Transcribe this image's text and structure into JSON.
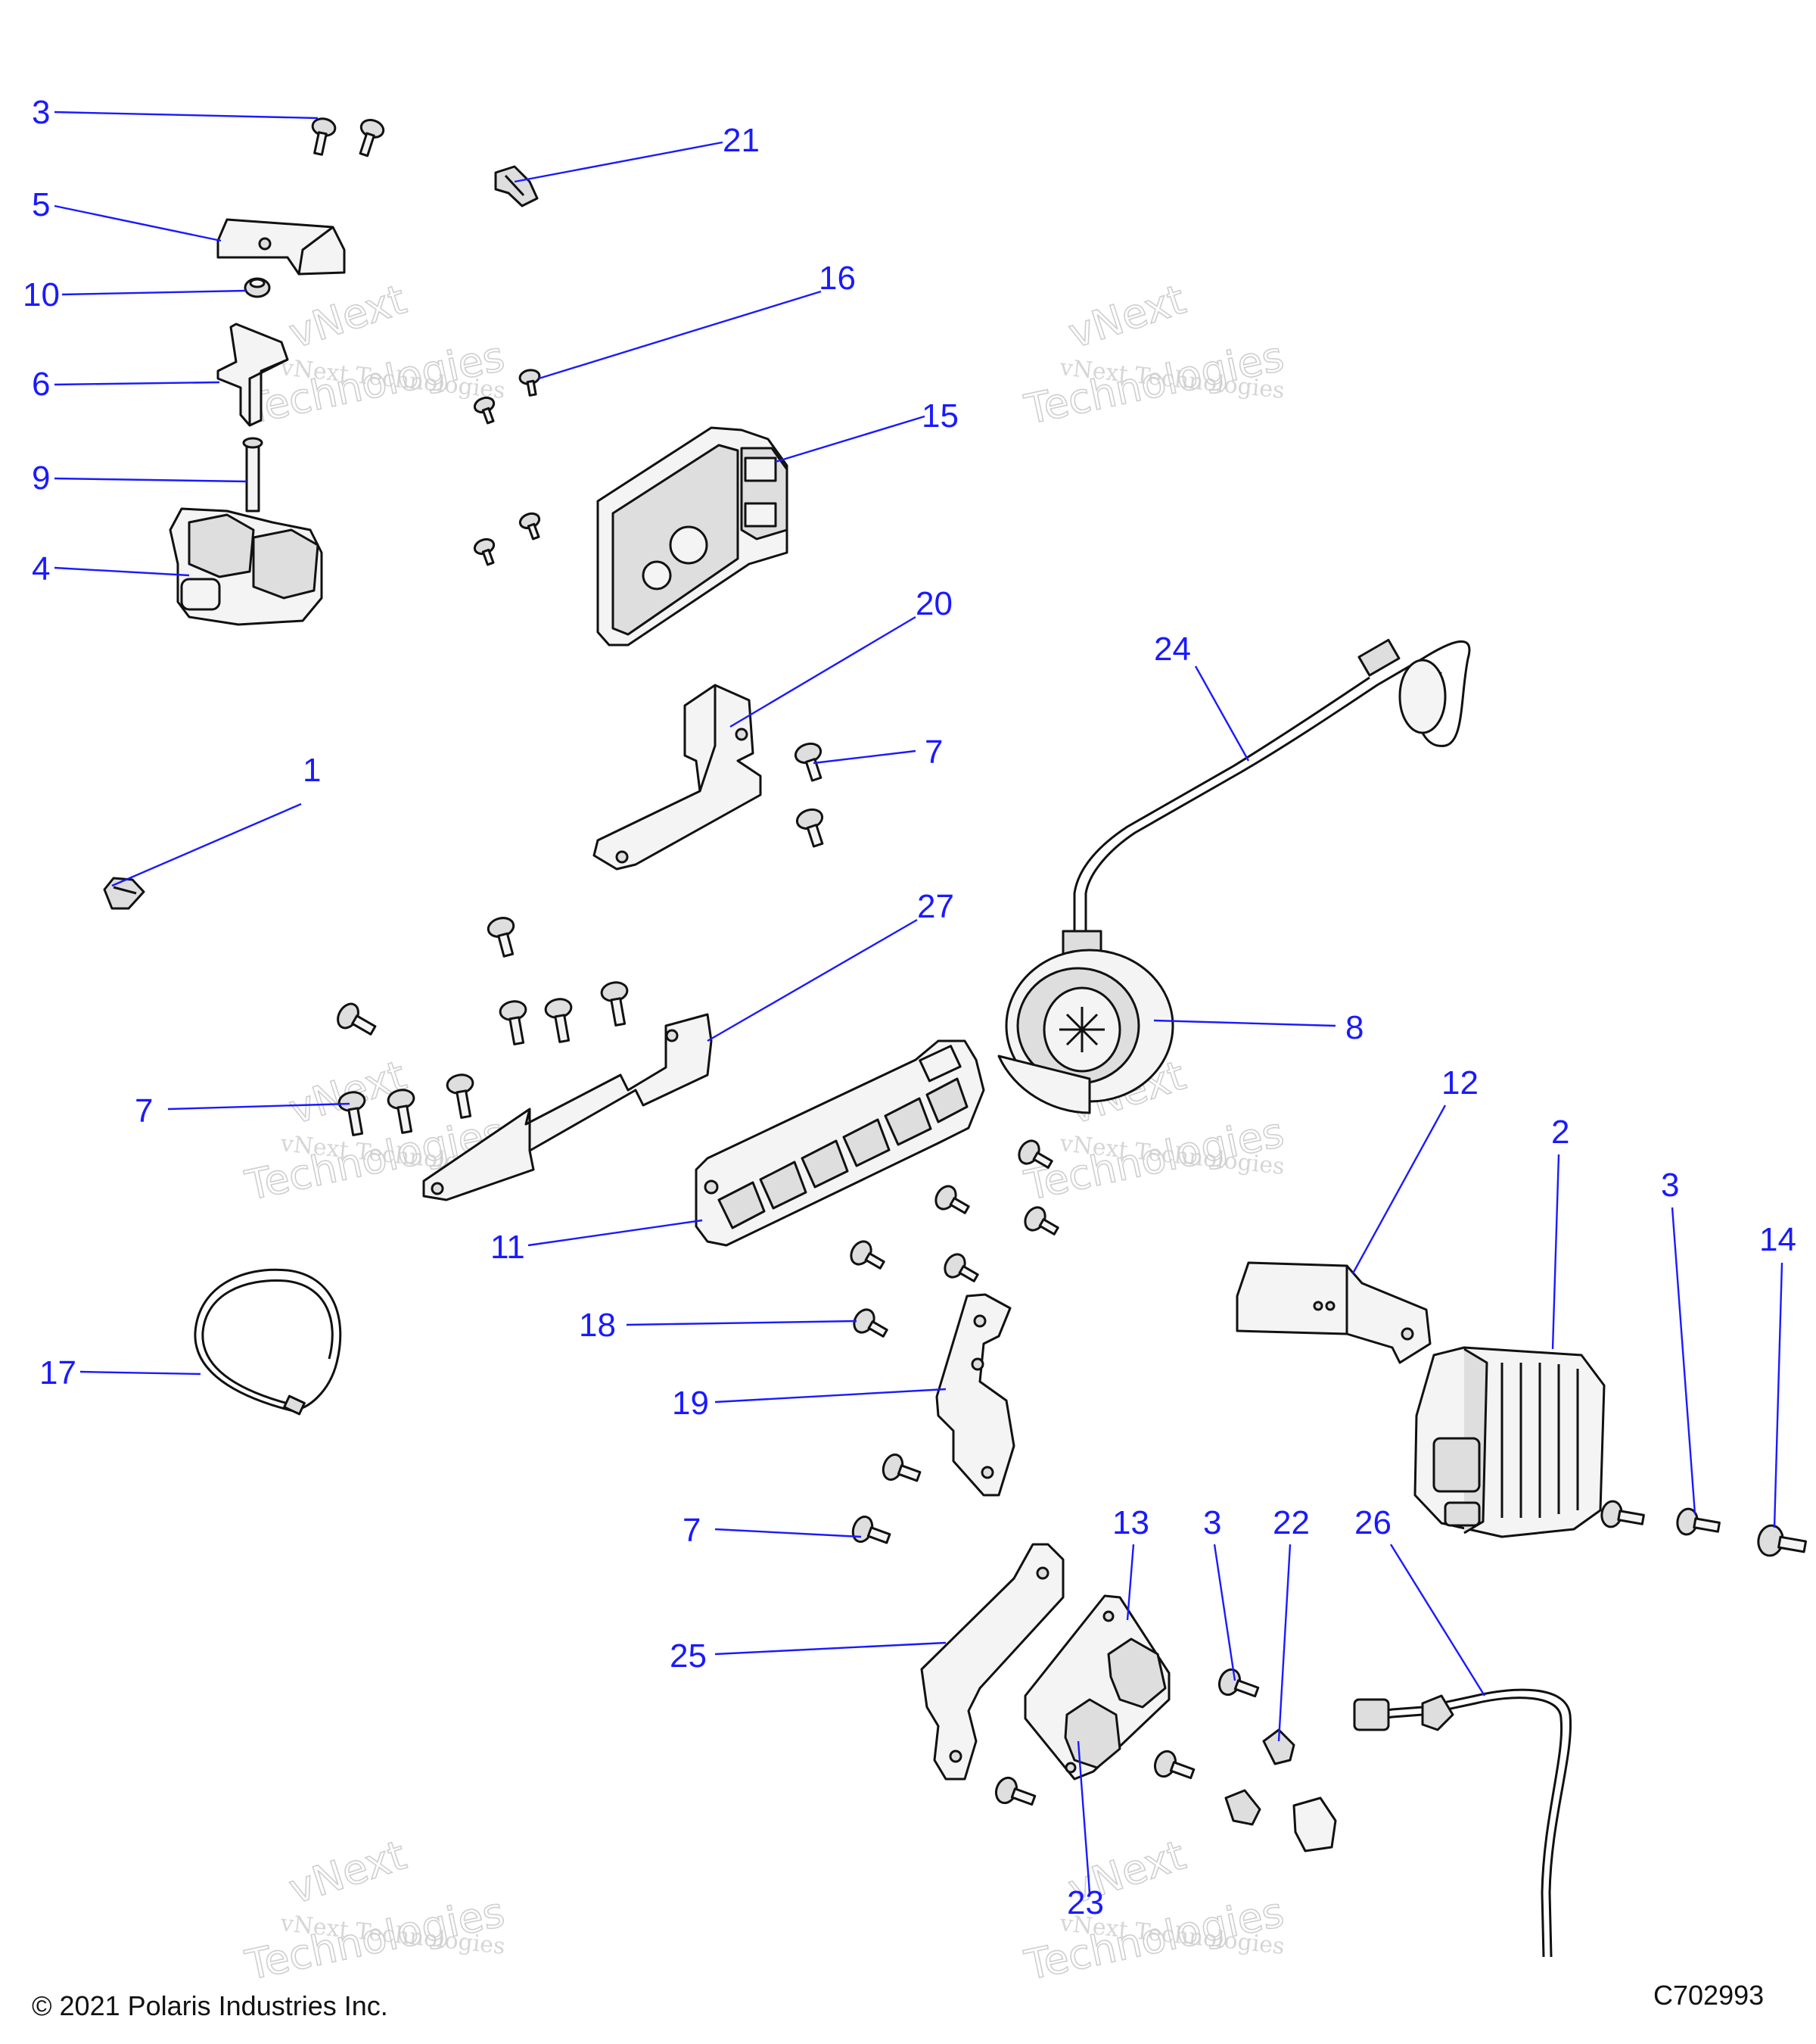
{
  "footer": {
    "copyright": "© 2021 Polaris Industries Inc.",
    "diagram_code": "C702993"
  },
  "watermark": {
    "line1": "vNext",
    "line2": "vNext Technologies",
    "line3": "Technologies"
  },
  "callouts": [
    {
      "id": "c3a",
      "label": "3"
    },
    {
      "id": "c21",
      "label": "21"
    },
    {
      "id": "c5",
      "label": "5"
    },
    {
      "id": "c10",
      "label": "10"
    },
    {
      "id": "c16",
      "label": "16"
    },
    {
      "id": "c6",
      "label": "6"
    },
    {
      "id": "c15",
      "label": "15"
    },
    {
      "id": "c9",
      "label": "9"
    },
    {
      "id": "c4",
      "label": "4"
    },
    {
      "id": "c20",
      "label": "20"
    },
    {
      "id": "c24",
      "label": "24"
    },
    {
      "id": "c1",
      "label": "1"
    },
    {
      "id": "c7a",
      "label": "7"
    },
    {
      "id": "c27",
      "label": "27"
    },
    {
      "id": "c8",
      "label": "8"
    },
    {
      "id": "c7b",
      "label": "7"
    },
    {
      "id": "c12",
      "label": "12"
    },
    {
      "id": "c2",
      "label": "2"
    },
    {
      "id": "c3b",
      "label": "3"
    },
    {
      "id": "c14",
      "label": "14"
    },
    {
      "id": "c11",
      "label": "11"
    },
    {
      "id": "c18",
      "label": "18"
    },
    {
      "id": "c17",
      "label": "17"
    },
    {
      "id": "c19",
      "label": "19"
    },
    {
      "id": "c7c",
      "label": "7"
    },
    {
      "id": "c13",
      "label": "13"
    },
    {
      "id": "c3c",
      "label": "3"
    },
    {
      "id": "c22",
      "label": "22"
    },
    {
      "id": "c26",
      "label": "26"
    },
    {
      "id": "c25",
      "label": "25"
    },
    {
      "id": "c23",
      "label": "23"
    }
  ]
}
